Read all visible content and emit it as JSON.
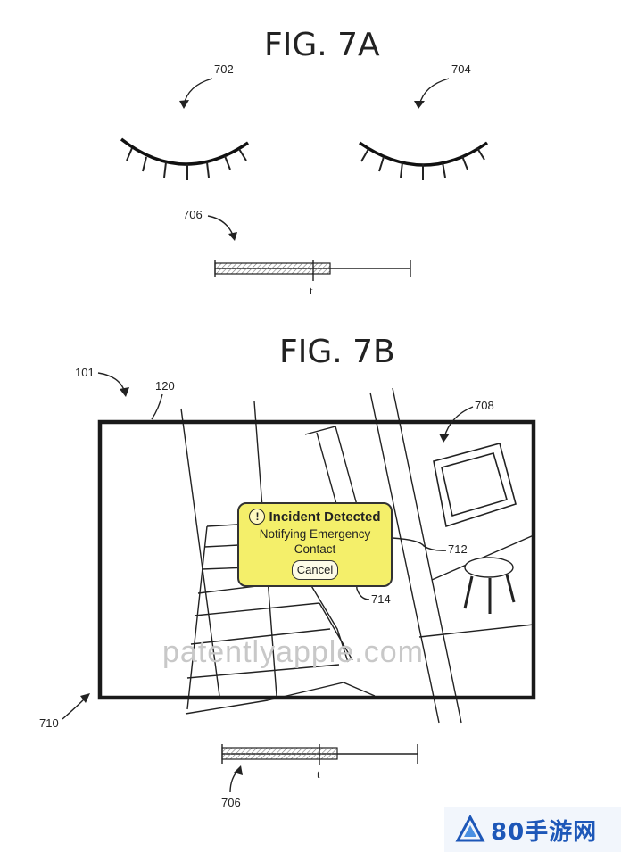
{
  "fig7a": {
    "title": "FIG. 7A",
    "refs": {
      "left_eye": "702",
      "right_eye": "704",
      "timeline": "706"
    },
    "timeline_tick": "t"
  },
  "fig7b": {
    "title": "FIG. 7B",
    "refs": {
      "device": "101",
      "display": "120",
      "frame": "708",
      "popup": "712",
      "cancel": "714",
      "view": "710",
      "timeline": "706"
    },
    "timeline_tick": "t",
    "popup": {
      "title": "Incident Detected",
      "message": "Notifying Emergency Contact",
      "cancel_label": "Cancel",
      "icon": "exclamation-icon",
      "color": "#f4ef6a"
    }
  },
  "watermark": "patentlyapple.com",
  "logo": "80手游网"
}
